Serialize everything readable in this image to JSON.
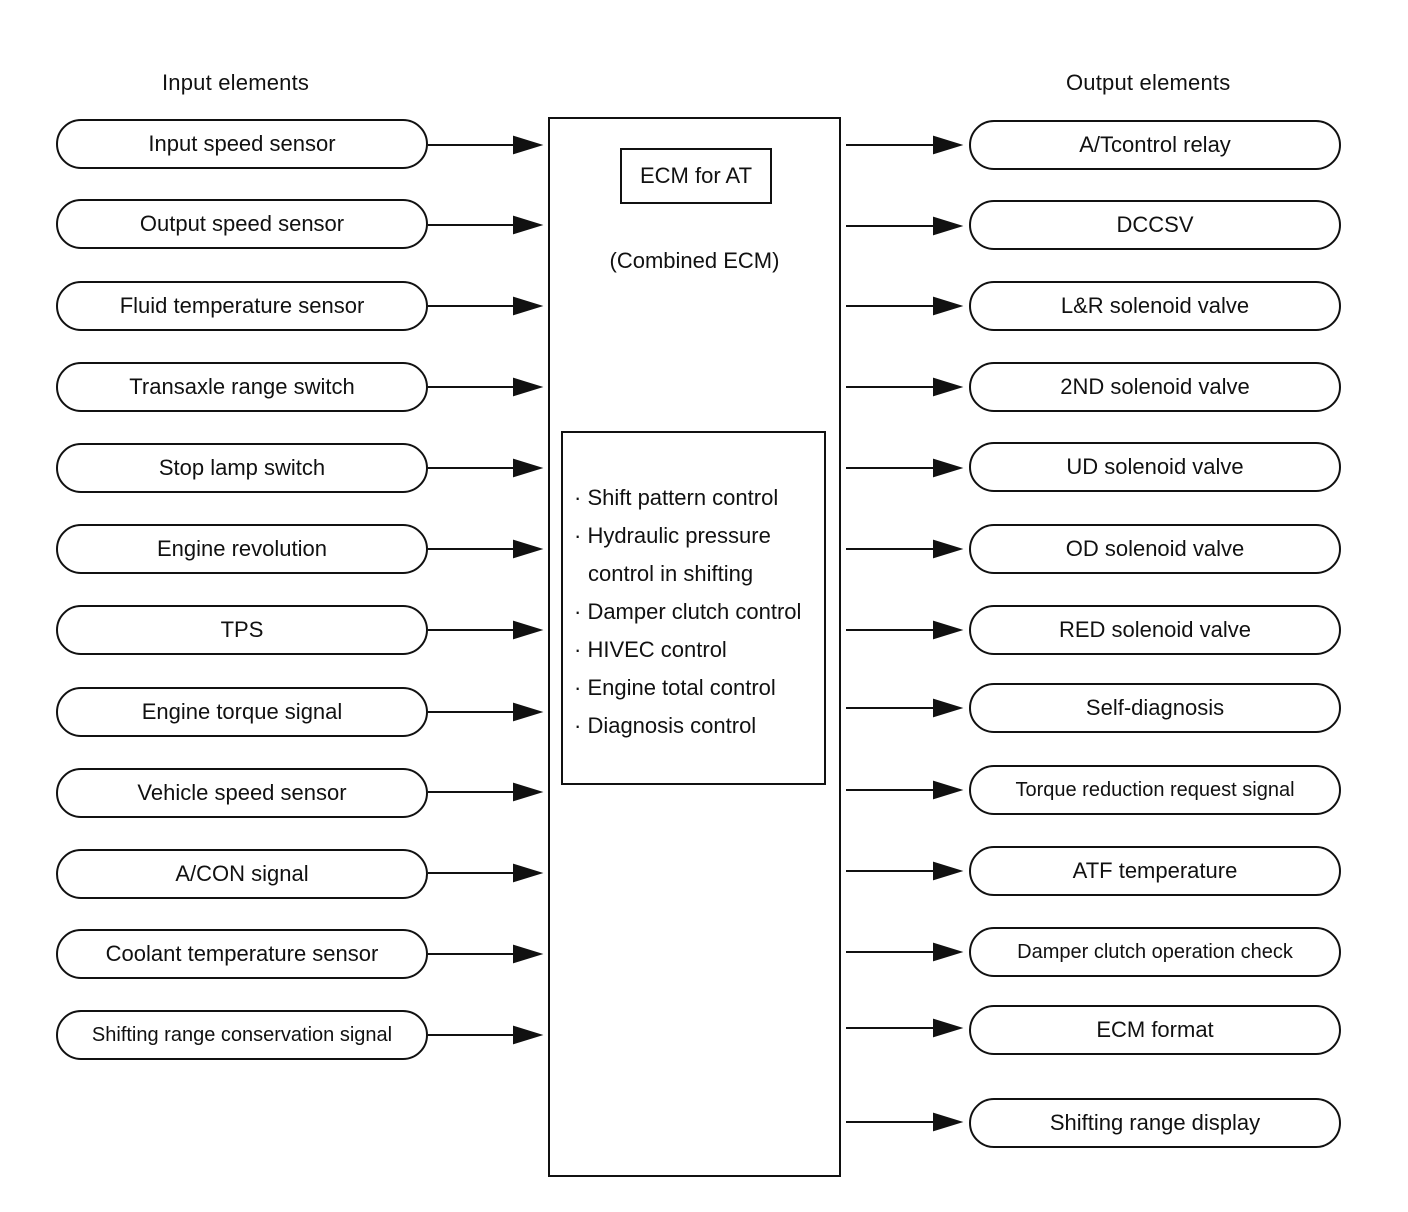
{
  "headers": {
    "input": "Input elements",
    "output": "Output elements"
  },
  "ecm": {
    "title": "ECM for AT",
    "subtitle": "(Combined ECM)",
    "functions": [
      "· Shift pattern control",
      "· Hydraulic pressure",
      "control in shifting",
      "· Damper clutch control",
      "· HIVEC control",
      "· Engine total control",
      "· Diagnosis control"
    ]
  },
  "inputs": [
    "Input speed sensor",
    "Output speed sensor",
    "Fluid temperature sensor",
    "Transaxle range switch",
    "Stop lamp switch",
    "Engine revolution",
    "TPS",
    "Engine torque signal",
    "Vehicle speed sensor",
    "A/CON signal",
    "Coolant temperature sensor",
    "Shifting range conservation signal"
  ],
  "outputs": [
    "A/Tcontrol relay",
    "DCCSV",
    "L&R solenoid valve",
    "2ND solenoid valve",
    "UD solenoid valve",
    "OD solenoid valve",
    "RED solenoid valve",
    "Self-diagnosis",
    "Torque reduction request signal",
    "ATF temperature",
    "Damper clutch operation check",
    "ECM format",
    "Shifting range display"
  ]
}
